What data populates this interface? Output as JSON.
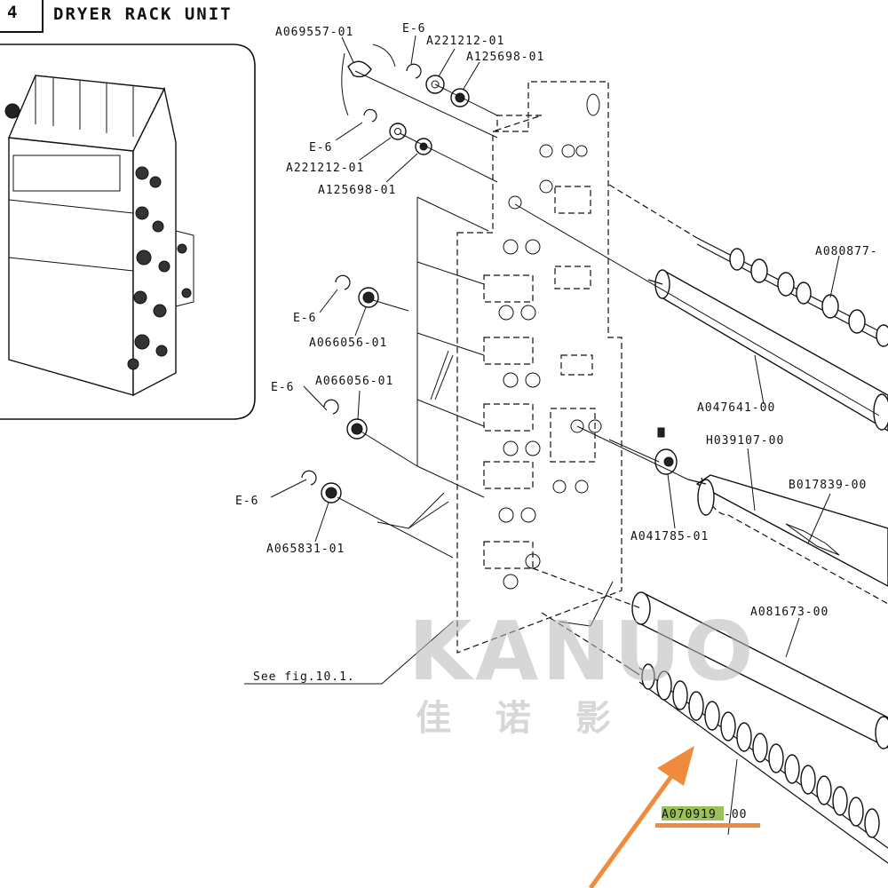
{
  "header": {
    "number": "4",
    "title": "DRYER RACK UNIT"
  },
  "labels": {
    "a069557": "A069557-01",
    "e6_top": "E-6",
    "a221212_top": "A221212-01",
    "a125698_top": "A125698-01",
    "e6_mid": "E-6",
    "a221212_mid": "A221212-01",
    "a125698_mid": "A125698-01",
    "e6_1": "E-6",
    "a066056_1": "A066056-01",
    "e6_2": "E-6",
    "a066056_2": "A066056-01",
    "e6_3": "E-6",
    "a065831": "A065831-01",
    "a080877": "A080877-",
    "a047641": "A047641-00",
    "h039107": "H039107-00",
    "b017839": "B017839-00",
    "a041785": "A041785-01",
    "a081673": "A081673-00",
    "see_fig": "See fig.10.1.",
    "a070919_hl": "A070919",
    "a070919_suffix": "-00"
  },
  "watermark": {
    "brand": "KANUO",
    "chinese": "佳 诺 影"
  },
  "colors": {
    "highlight": "#9bbf5a",
    "arrow": "#f08a3c",
    "underline": "#f08a3c",
    "watermark": "#b8b8b8"
  }
}
